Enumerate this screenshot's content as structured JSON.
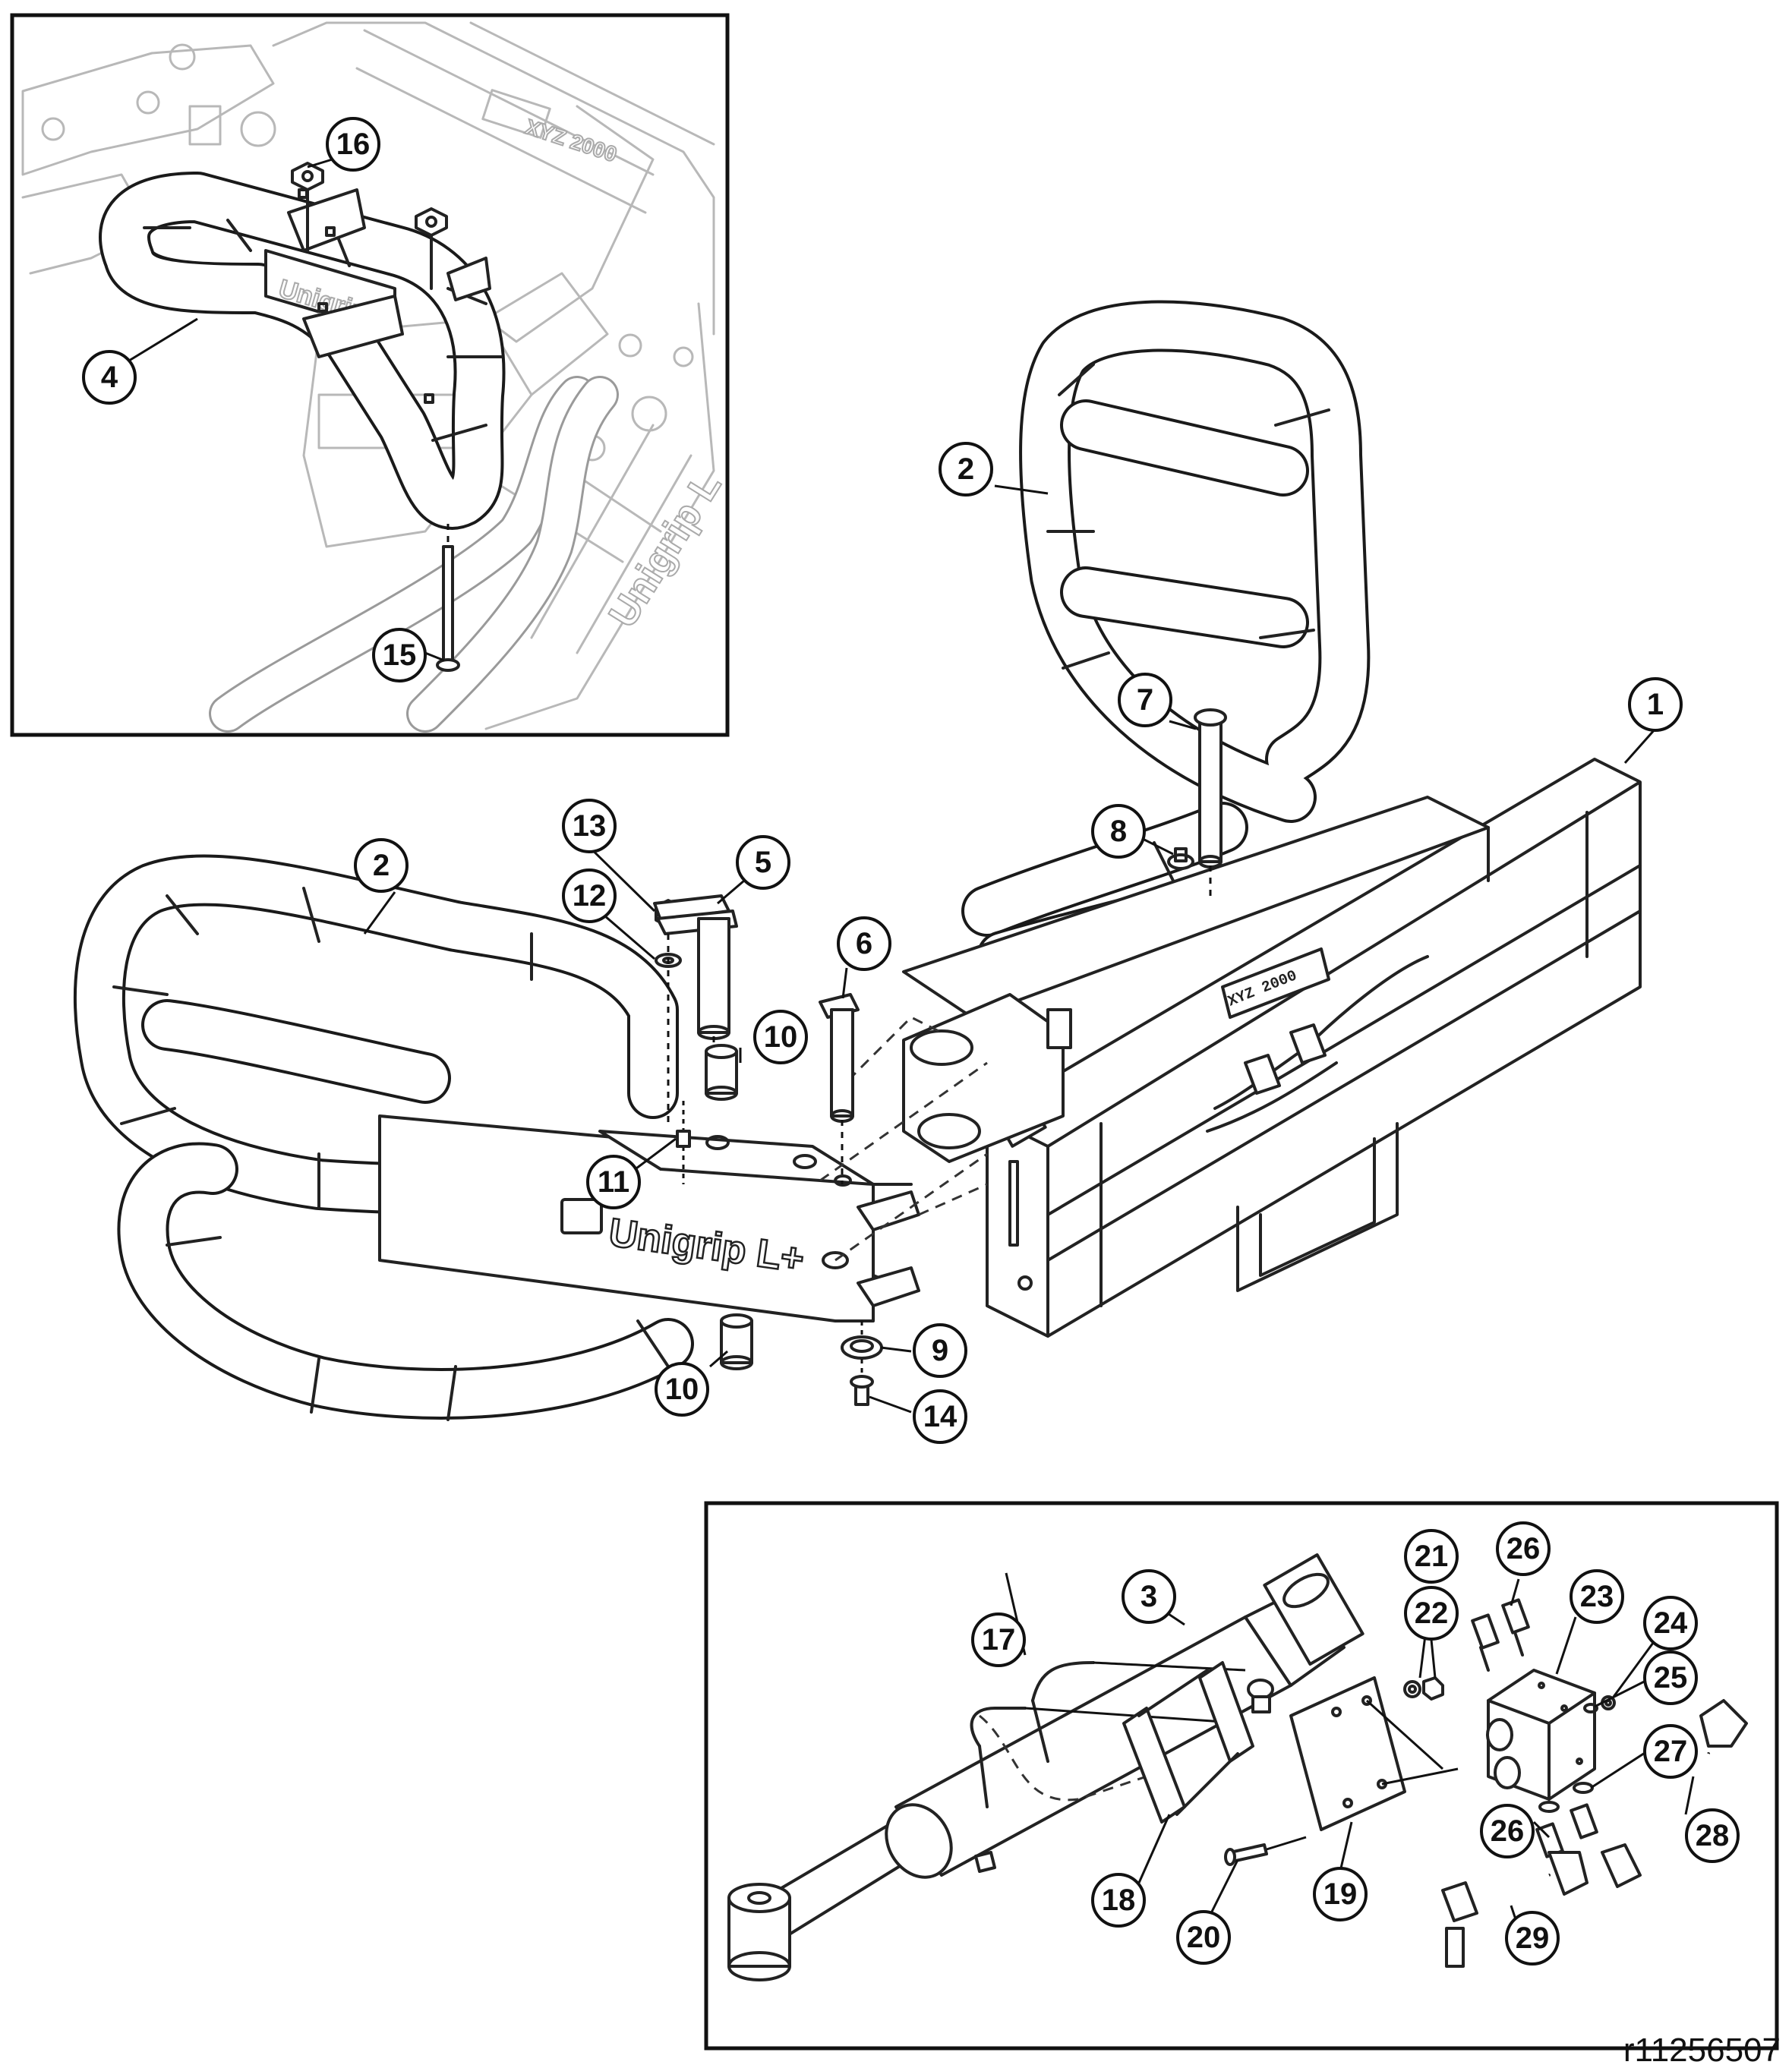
{
  "brand": {
    "model_label": "Unigrip L+",
    "inset_label_1": "Unigrip L",
    "inset_label_2": "Unigrip L"
  },
  "reference_code": "r11256507",
  "callouts": [
    {
      "id": "c1",
      "label": "1",
      "part": "frame"
    },
    {
      "id": "c2a",
      "label": "2",
      "part": "grab arm"
    },
    {
      "id": "c2b",
      "label": "2",
      "part": "grab arm"
    },
    {
      "id": "c3",
      "label": "3",
      "part": "hydraulic cylinder"
    },
    {
      "id": "c4",
      "label": "4",
      "part": "protection bar"
    },
    {
      "id": "c5",
      "label": "5",
      "part": "pin with plate"
    },
    {
      "id": "c6",
      "label": "6",
      "part": "pin"
    },
    {
      "id": "c7",
      "label": "7",
      "part": "pin"
    },
    {
      "id": "c8",
      "label": "8",
      "part": "lock pin"
    },
    {
      "id": "c9",
      "label": "9",
      "part": "washer"
    },
    {
      "id": "c10a",
      "label": "10",
      "part": "bushing"
    },
    {
      "id": "c10b",
      "label": "10",
      "part": "bushing"
    },
    {
      "id": "c11",
      "label": "11",
      "part": "grease nipple"
    },
    {
      "id": "c12",
      "label": "12",
      "part": "washer"
    },
    {
      "id": "c13",
      "label": "13",
      "part": "nut"
    },
    {
      "id": "c14",
      "label": "14",
      "part": "bolt"
    },
    {
      "id": "c15",
      "label": "15",
      "part": "bolt"
    },
    {
      "id": "c16",
      "label": "16",
      "part": "nut"
    },
    {
      "id": "c17",
      "label": "17",
      "part": "u-bolt"
    },
    {
      "id": "c18",
      "label": "18",
      "part": "clamp"
    },
    {
      "id": "c19",
      "label": "19",
      "part": "mounting plate"
    },
    {
      "id": "c20",
      "label": "20",
      "part": "bolt"
    },
    {
      "id": "c21",
      "label": "21",
      "part": "washer"
    },
    {
      "id": "c22",
      "label": "22",
      "part": "nut"
    },
    {
      "id": "c23",
      "label": "23",
      "part": "valve block"
    },
    {
      "id": "c24",
      "label": "24",
      "part": "plug"
    },
    {
      "id": "c25",
      "label": "25",
      "part": "seal"
    },
    {
      "id": "c26a",
      "label": "26",
      "part": "adapter"
    },
    {
      "id": "c26b",
      "label": "26",
      "part": "adapter"
    },
    {
      "id": "c27",
      "label": "27",
      "part": "seal"
    },
    {
      "id": "c28",
      "label": "28",
      "part": "hydraulic hose"
    },
    {
      "id": "c29",
      "label": "29",
      "part": "hydraulic hose"
    }
  ]
}
